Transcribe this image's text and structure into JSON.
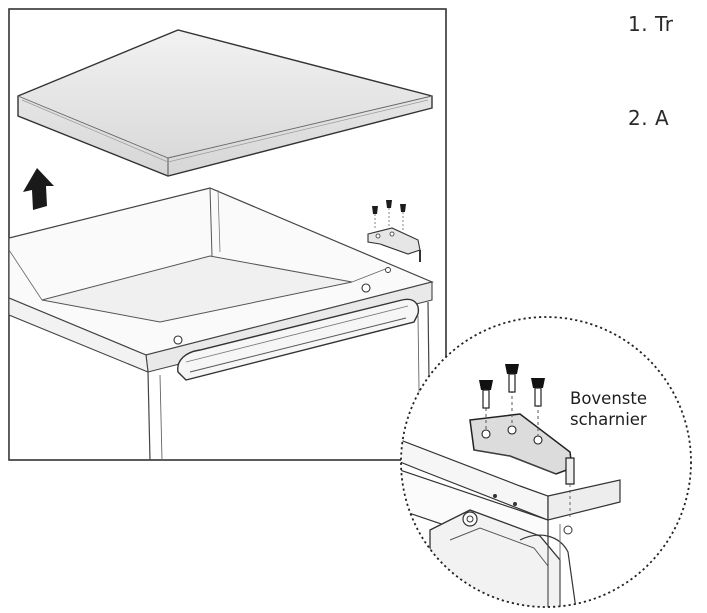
{
  "instructions": [
    {
      "number": "1.",
      "text": "Tr"
    },
    {
      "number": "2.",
      "text": "A"
    }
  ],
  "callout": {
    "line1": "Bovenste",
    "line2": "scharnier"
  }
}
